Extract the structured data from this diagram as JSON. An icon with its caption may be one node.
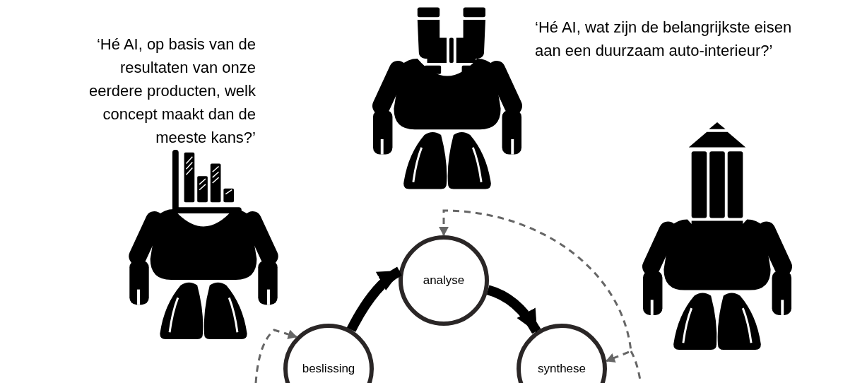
{
  "diagram": {
    "nodes": [
      {
        "text": [
          "analyse"
        ]
      },
      {
        "text": [
          "beslissing"
        ]
      },
      {
        "text": [
          "synthese"
        ]
      }
    ],
    "edges": [
      {
        "from": 1,
        "to": 0,
        "arrow": "to",
        "style": "thick"
      },
      {
        "from": 0,
        "to": 2,
        "arrow": "to",
        "style": "thick"
      },
      {
        "from": 0,
        "to": 2,
        "arrow": "both",
        "style": "dashed",
        "color": "#666666"
      },
      {
        "from": null,
        "to": 1,
        "arrow": "to",
        "style": "dashed",
        "color": "#666666"
      }
    ],
    "labels": [
      "‘Hé AI, op basis van de resultaten van onze eerdere producten, welk concept maakt dan de meeste kans?’",
      "‘Hé AI, wat zijn de belangrijkste eisen aan een duurzaam auto-interieur?’"
    ]
  }
}
